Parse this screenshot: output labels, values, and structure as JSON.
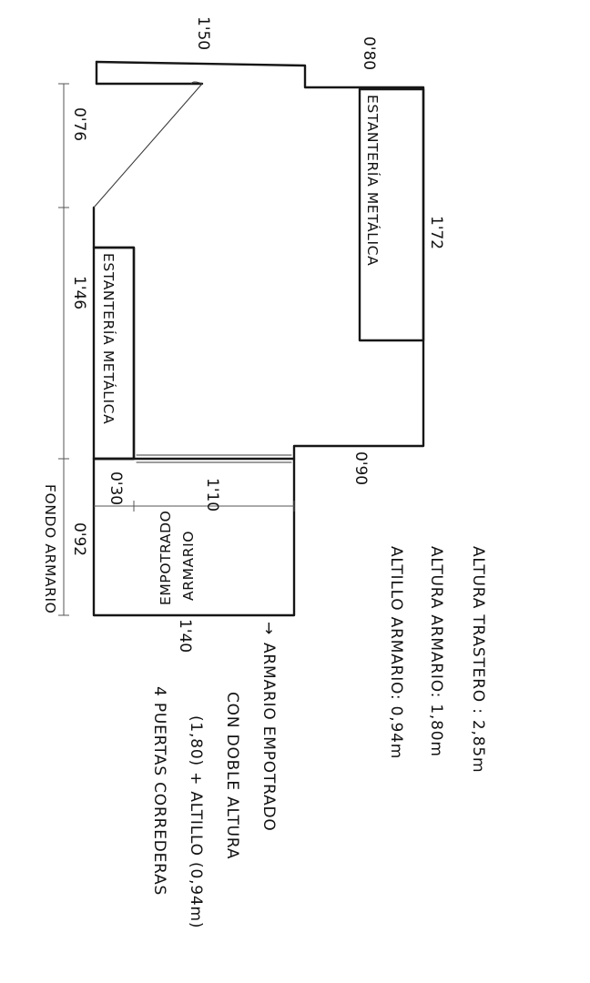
{
  "dimensions": {
    "top_width": "1'50",
    "step_width": "0'80",
    "right_length": "1'72",
    "left_upper": "0'76",
    "left_middle": "1'46",
    "notch_width": "0'90",
    "closet_depth": "0'92",
    "closet_offset": "0'30",
    "closet_inner": "1'10",
    "closet_length": "1'40"
  },
  "labels": {
    "shelf_right": "ESTANTERÍA METÁLICA",
    "shelf_left": "ESTANTERÍA METÁLICA",
    "closet_line1": "ARMARIO",
    "closet_line2": "EMPOTRADO",
    "fondo": "FONDO ARMARIO"
  },
  "notes": {
    "altura_trastero": "ALTURA TRASTERO : 2,85m",
    "altura_armario": "ALTURA ARMARIO: 1,80m",
    "altillo_armario": "ALTILLO ARMARIO: 0,94m",
    "arrow": "→",
    "closet_desc_1": "ARMARIO EMPOTRADO",
    "closet_desc_2": "CON DOBLE ALTURA",
    "closet_desc_3": "(1,80) + ALTILLO (0,94m)",
    "closet_desc_4": "4 PUERTAS CORREDERAS"
  }
}
